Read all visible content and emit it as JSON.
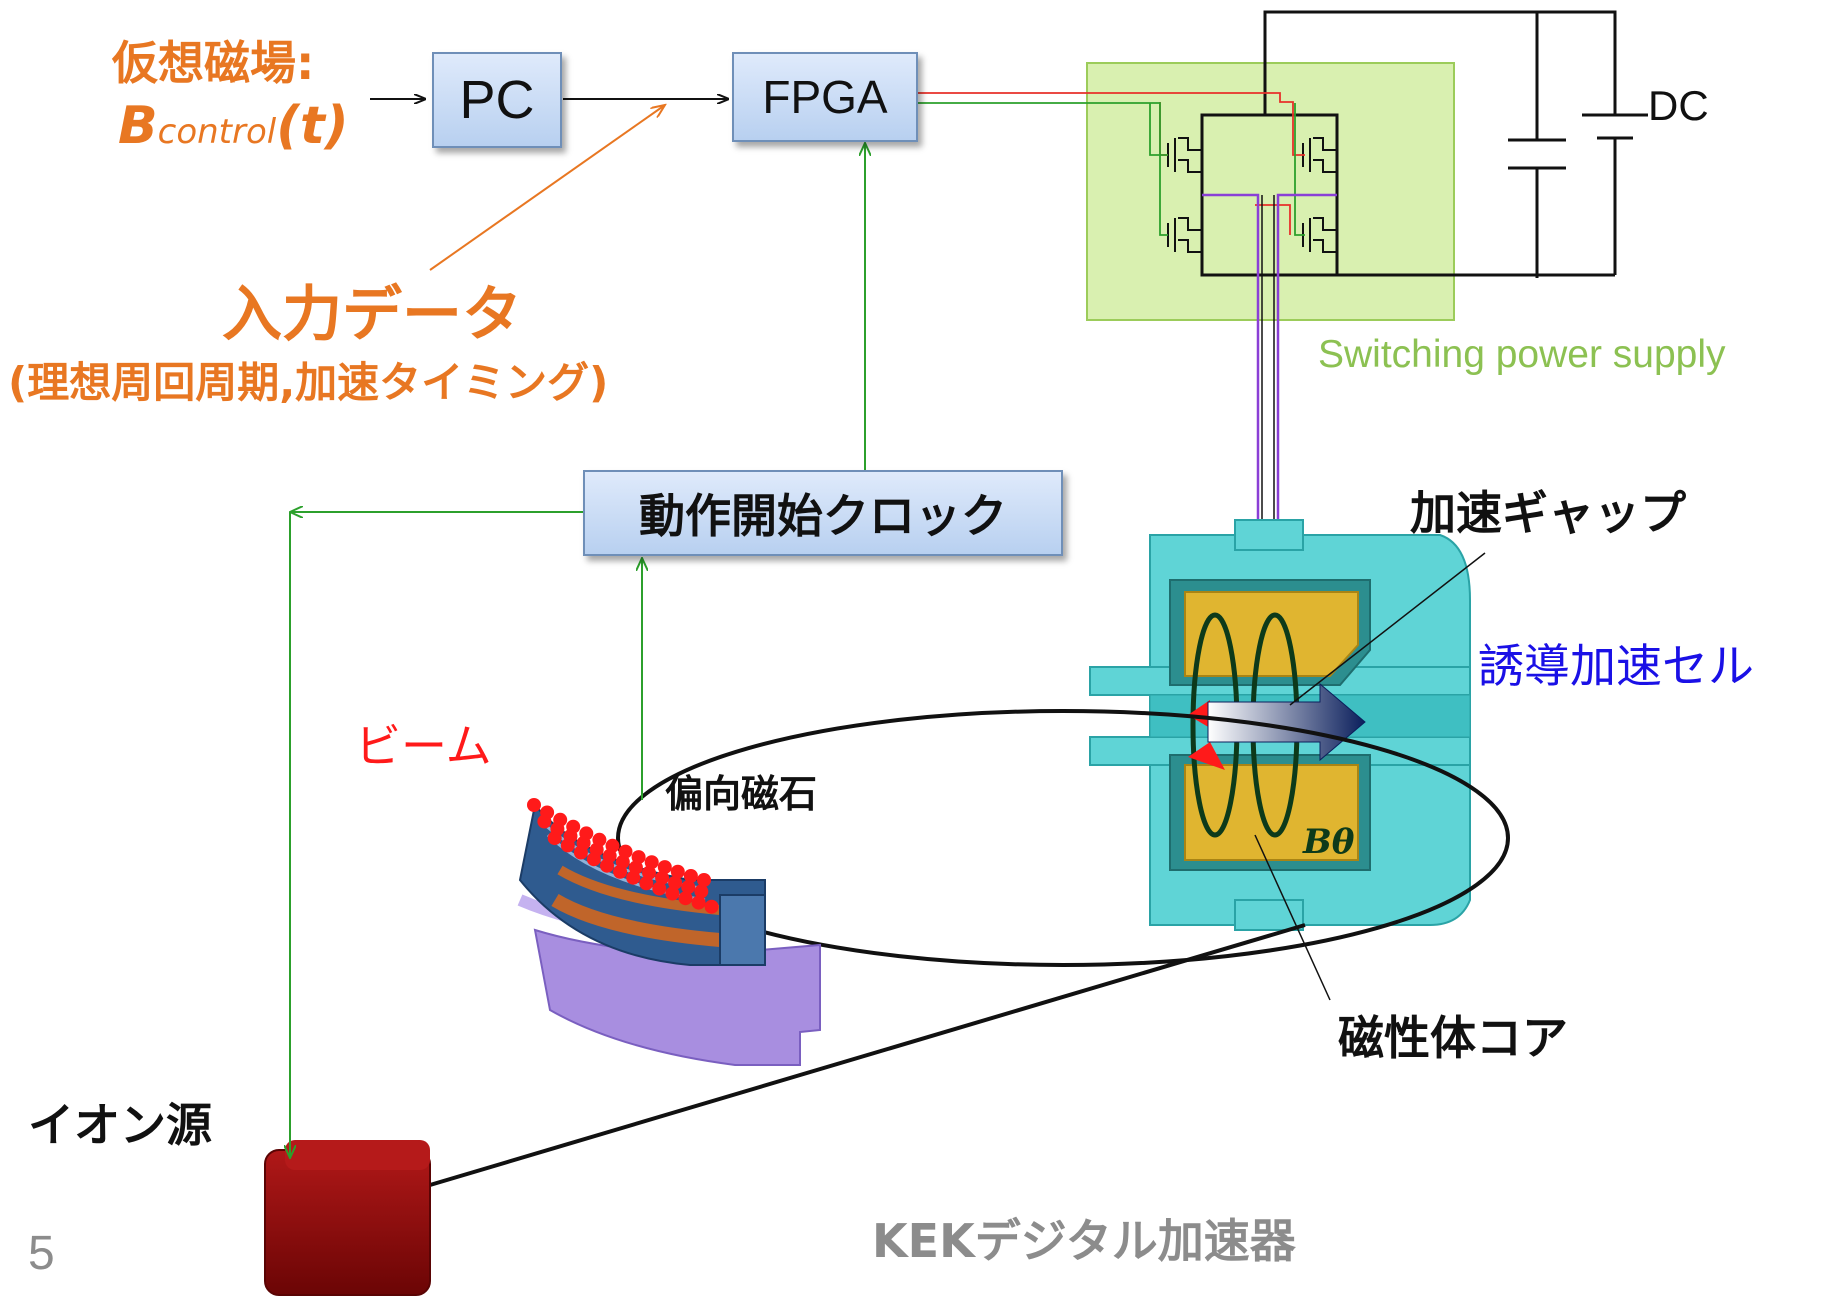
{
  "input": {
    "virtual_field": "仮想磁場:",
    "b_main": "B",
    "b_sub": "control",
    "b_arg": "(t)"
  },
  "boxes": {
    "pc": "PC",
    "fpga": "FPGA",
    "clock": "動作開始クロック"
  },
  "input_data": {
    "title": "入力データ",
    "detail": "(理想周回周期,加速タイミング)"
  },
  "power": {
    "dc": "DC",
    "switching": "Switching power supply"
  },
  "cell": {
    "gap": "加速ギャップ",
    "cell_name": "誘導加速セル",
    "b_theta": "Bθ",
    "core": "磁性体コア"
  },
  "ring": {
    "beam": "ビーム",
    "magnet": "偏向磁石",
    "ion_source": "イオン源"
  },
  "footer": {
    "page_number": "5",
    "caption": "KEKデジタル加速器"
  },
  "colors": {
    "orange": "#e87722",
    "green_wire": "#2ca02c",
    "red_wire": "#e8302a",
    "purple_wire": "#8a3fd6",
    "blue_label": "#1a10e6",
    "gray_caption": "#8c8c8c",
    "switch_panel": "#d9f0b0"
  }
}
